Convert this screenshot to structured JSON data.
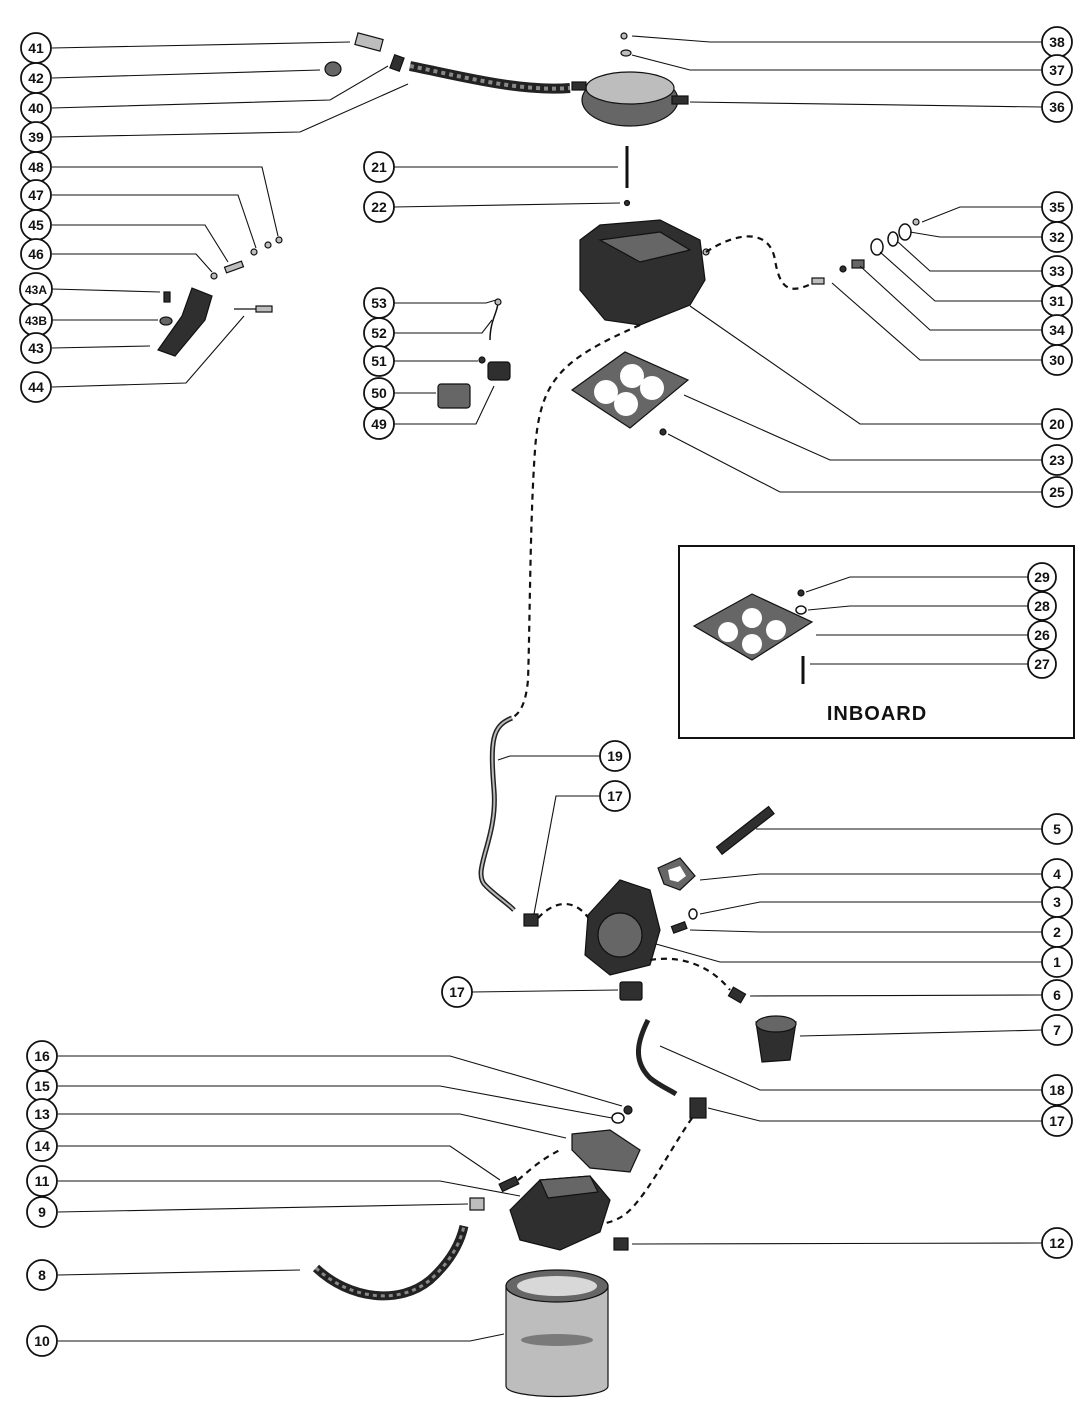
{
  "inset": {
    "label": "INBOARD"
  },
  "callouts": {
    "c41": "41",
    "c42": "42",
    "c40": "40",
    "c39": "39",
    "c48": "48",
    "c47": "47",
    "c45": "45",
    "c46": "46",
    "c43A": "43A",
    "c43B": "43B",
    "c43": "43",
    "c44": "44",
    "c21": "21",
    "c22": "22",
    "c53": "53",
    "c52": "52",
    "c51": "51",
    "c50": "50",
    "c49": "49",
    "c38": "38",
    "c37": "37",
    "c36": "36",
    "c35": "35",
    "c32": "32",
    "c33": "33",
    "c31": "31",
    "c34": "34",
    "c30": "30",
    "c20": "20",
    "c23": "23",
    "c25": "25",
    "c29": "29",
    "c28": "28",
    "c26": "26",
    "c27": "27",
    "c19": "19",
    "c17a": "17",
    "c5": "5",
    "c4": "4",
    "c3": "3",
    "c2": "2",
    "c1": "1",
    "c17b": "17",
    "c6": "6",
    "c7": "7",
    "c16": "16",
    "c15": "15",
    "c13": "13",
    "c14": "14",
    "c11": "11",
    "c9": "9",
    "c18": "18",
    "c17c": "17",
    "c12": "12",
    "c8": "8",
    "c10": "10"
  }
}
